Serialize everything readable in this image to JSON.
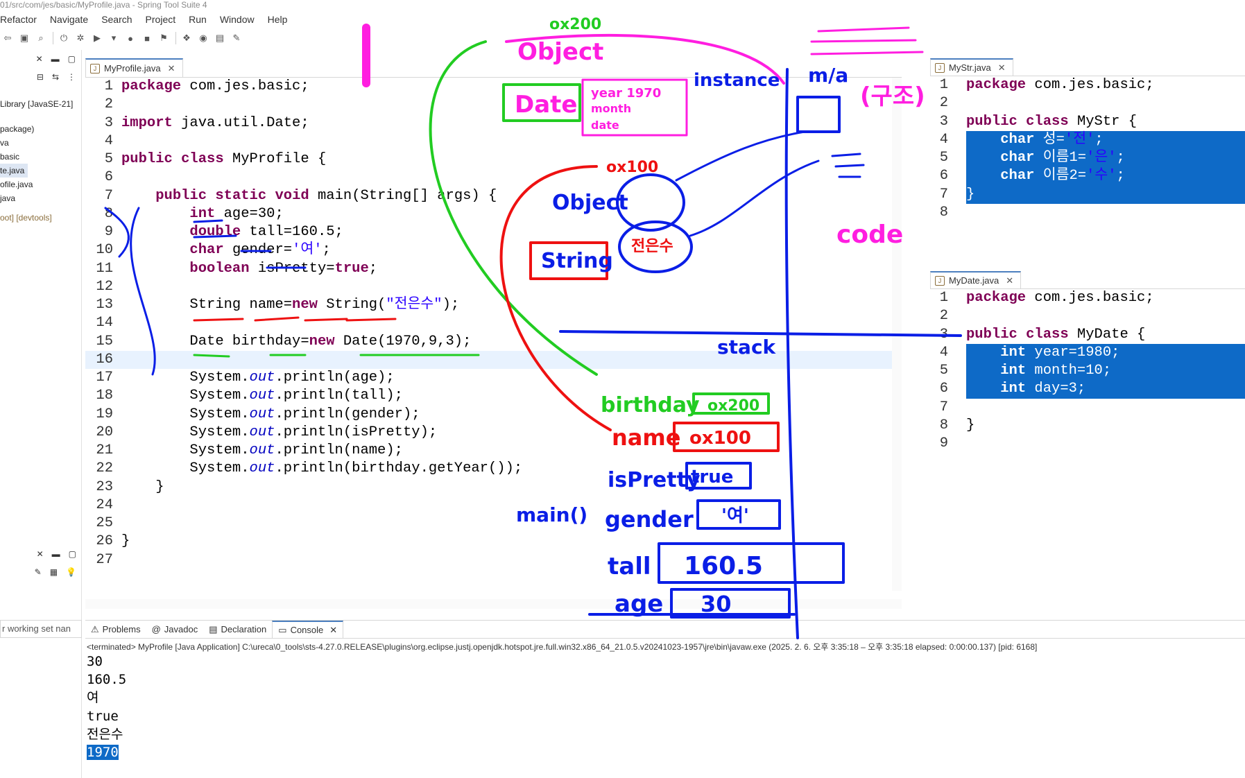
{
  "window": {
    "title": "01/src/com/jes/basic/MyProfile.java - Spring Tool Suite 4"
  },
  "menu": [
    "Refactor",
    "Navigate",
    "Search",
    "Project",
    "Run",
    "Window",
    "Help"
  ],
  "left_panel": {
    "items": [
      "Library [JavaSE-21]",
      "package)",
      "va",
      "basic",
      "te.java",
      "ofile.java",
      "java",
      "oot] [devtools]"
    ],
    "filter": "r working set nan"
  },
  "editor": {
    "tab": "MyProfile.java",
    "lines": [
      "package com.jes.basic;",
      "",
      "import java.util.Date;",
      "",
      "public class MyProfile {",
      "",
      "    public static void main(String[] args) {",
      "        int age=30;",
      "        double tall=160.5;",
      "        char gender='여';",
      "        boolean isPretty=true;",
      "",
      "        String name=new String(\"전은수\");",
      "",
      "        Date birthday=new Date(1970,9,3);",
      "",
      "        System.out.println(age);",
      "        System.out.println(tall);",
      "        System.out.println(gender);",
      "        System.out.println(isPretty);",
      "        System.out.println(name);",
      "        System.out.println(birthday.getYear());",
      "    }",
      "",
      "",
      "}",
      ""
    ]
  },
  "mystr": {
    "tab": "MyStr.java",
    "lines": [
      "package com.jes.basic;",
      "",
      "public class MyStr {",
      "    char 성='전';",
      "    char 이름1='은';",
      "    char 이름2='수';",
      "}",
      ""
    ]
  },
  "mydate": {
    "tab": "MyDate.java",
    "lines": [
      "package com.jes.basic;",
      "",
      "public class MyDate {",
      "    int year=1980;",
      "    int month=10;",
      "    int day=3;",
      "",
      "}",
      ""
    ]
  },
  "console": {
    "tabs": [
      "Problems",
      "Javadoc",
      "Declaration",
      "Console"
    ],
    "status": "<terminated> MyProfile [Java Application] C:\\ureca\\0_tools\\sts-4.27.0.RELEASE\\plugins\\org.eclipse.justj.openjdk.hotspot.jre.full.win32.x86_64_21.0.5.v20241023-1957\\jre\\bin\\javaw.exe  (2025. 2. 6. 오후 3:35:18 – 오후 3:35:18 elapsed: 0:00:00.137) [pid: 6168]",
    "output": [
      "30",
      "160.5",
      "여",
      "true",
      "전은수",
      "1970"
    ]
  },
  "annotations": {
    "memory": [
      "ox200",
      "Object",
      "Date",
      "year 1970",
      "month",
      "date",
      "instance",
      "m/a",
      "(구조)",
      "ox100",
      "Object",
      "String",
      "전은수",
      "code",
      "stack",
      "birthday",
      "ox200",
      "name",
      "ox100",
      "isPretty",
      "true",
      "main()",
      "gender",
      "'여'",
      "tall",
      "160.5",
      "age",
      "30"
    ],
    "colors": {
      "magenta": "#ff1ee0",
      "blue": "#0a1ee6",
      "red": "#ee1111",
      "green": "#22cc22"
    }
  }
}
